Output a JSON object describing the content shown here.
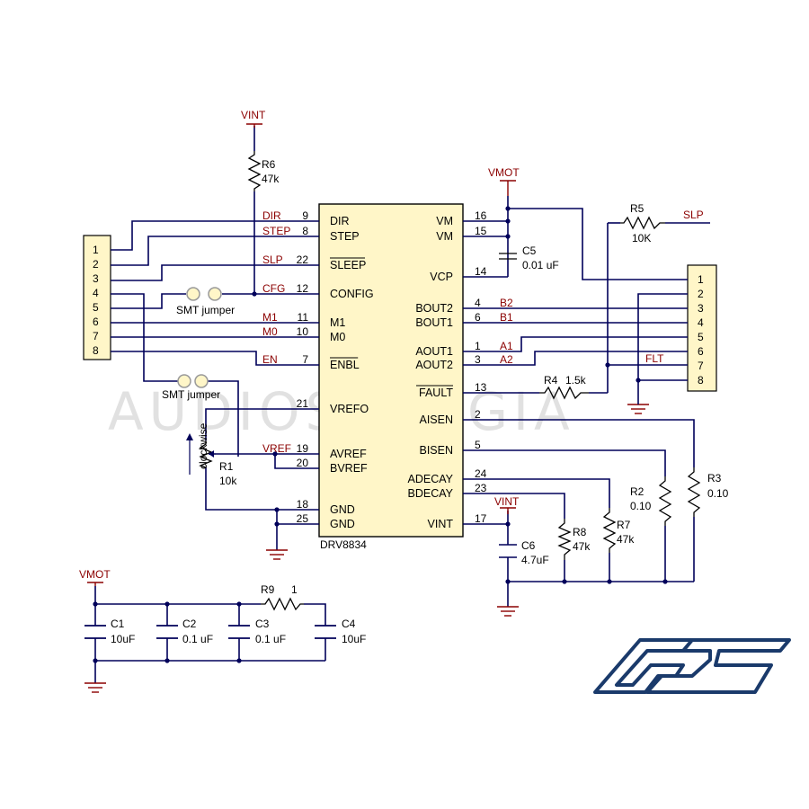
{
  "ic": {
    "name": "DRV8834",
    "left_pins": [
      {
        "num": "9",
        "name": "DIR",
        "net": "DIR"
      },
      {
        "num": "8",
        "name": "STEP",
        "net": "STEP"
      },
      {
        "num": "22",
        "name": "SLEEP",
        "net": "SLP",
        "overline": true
      },
      {
        "num": "12",
        "name": "CONFIG",
        "net": "CFG"
      },
      {
        "num": "11",
        "name": "M1",
        "net": "M1"
      },
      {
        "num": "10",
        "name": "M0",
        "net": "M0"
      },
      {
        "num": "7",
        "name": "ENBL",
        "net": "EN",
        "overline": true
      },
      {
        "num": "21",
        "name": "VREFO",
        "net": ""
      },
      {
        "num": "19",
        "name": "AVREF",
        "net": "VREF"
      },
      {
        "num": "20",
        "name": "BVREF",
        "net": ""
      },
      {
        "num": "18",
        "name": "GND",
        "net": ""
      },
      {
        "num": "25",
        "name": "GND",
        "net": ""
      }
    ],
    "right_pins": [
      {
        "num": "16",
        "name": "VM",
        "net": ""
      },
      {
        "num": "15",
        "name": "VM",
        "net": ""
      },
      {
        "num": "14",
        "name": "VCP",
        "net": ""
      },
      {
        "num": "4",
        "name": "BOUT2",
        "net": "B2"
      },
      {
        "num": "6",
        "name": "BOUT1",
        "net": "B1"
      },
      {
        "num": "1",
        "name": "AOUT1",
        "net": "A1"
      },
      {
        "num": "3",
        "name": "AOUT2",
        "net": "A2"
      },
      {
        "num": "13",
        "name": "FAULT",
        "net": "",
        "overline": true
      },
      {
        "num": "2",
        "name": "AISEN",
        "net": ""
      },
      {
        "num": "5",
        "name": "BISEN",
        "net": ""
      },
      {
        "num": "24",
        "name": "ADECAY",
        "net": ""
      },
      {
        "num": "23",
        "name": "BDECAY",
        "net": ""
      },
      {
        "num": "17",
        "name": "VINT",
        "net": ""
      }
    ]
  },
  "left_header": {
    "pins": [
      "1",
      "2",
      "3",
      "4",
      "5",
      "6",
      "7",
      "8"
    ]
  },
  "right_header": {
    "pins": [
      "1",
      "2",
      "3",
      "4",
      "5",
      "6",
      "7",
      "8"
    ]
  },
  "power_labels": {
    "vint_top": "VINT",
    "vmot_top": "VMOT",
    "vint_mid": "VINT",
    "vmot_bottom": "VMOT"
  },
  "nets": {
    "slp": "SLP",
    "flt": "FLT"
  },
  "jumpers": {
    "jumper1": "SMT jumper",
    "jumper2": "SMT jumper"
  },
  "pot": {
    "direction": "clockwise"
  },
  "components": {
    "r1": {
      "ref": "R1",
      "value": "10k"
    },
    "r2": {
      "ref": "R2",
      "value": "0.10"
    },
    "r3": {
      "ref": "R3",
      "value": "0.10"
    },
    "r4": {
      "ref": "R4",
      "value": "1.5k"
    },
    "r5": {
      "ref": "R5",
      "value": "10K"
    },
    "r6": {
      "ref": "R6",
      "value": "47k"
    },
    "r7": {
      "ref": "R7",
      "value": "47k"
    },
    "r8": {
      "ref": "R8",
      "value": "47k"
    },
    "r9": {
      "ref": "R9",
      "value": "1"
    },
    "c1": {
      "ref": "C1",
      "value": "10uF"
    },
    "c2": {
      "ref": "C2",
      "value": "0.1 uF"
    },
    "c3": {
      "ref": "C3",
      "value": "0.1 uF"
    },
    "c4": {
      "ref": "C4",
      "value": "10uF"
    },
    "c5": {
      "ref": "C5",
      "value": "0.01 uF"
    },
    "c6": {
      "ref": "C6",
      "value": "4.7uF"
    }
  },
  "watermark": {
    "text": "AUDIOSKEGGIA"
  },
  "logo": {
    "text": "AS"
  },
  "colors": {
    "wire": "#00005a",
    "net_label": "#8b0000",
    "ic_fill": "#fff6c8",
    "watermark": "#c9c9c9"
  }
}
